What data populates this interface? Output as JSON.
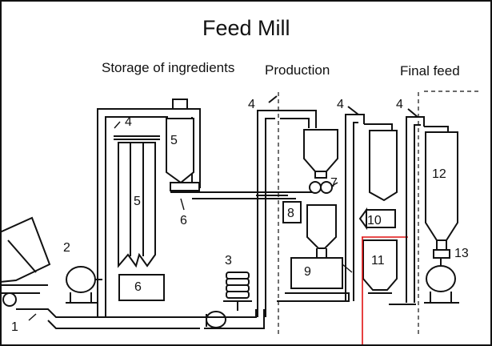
{
  "title": "Feed Mill",
  "sections": {
    "storage": "Storage of ingredients",
    "production": "Production",
    "final": "Final feed"
  },
  "labels": {
    "n1": "1",
    "n2": "2",
    "n3": "3",
    "n4": "4",
    "n5": "5",
    "n6": "6",
    "n7": "7",
    "n8": "8",
    "n9": "9",
    "n10": "10",
    "n11": "11",
    "n12": "12",
    "n13": "13"
  },
  "colors": {
    "line": "#111111",
    "marker": "#e01010",
    "background": "#ffffff"
  }
}
